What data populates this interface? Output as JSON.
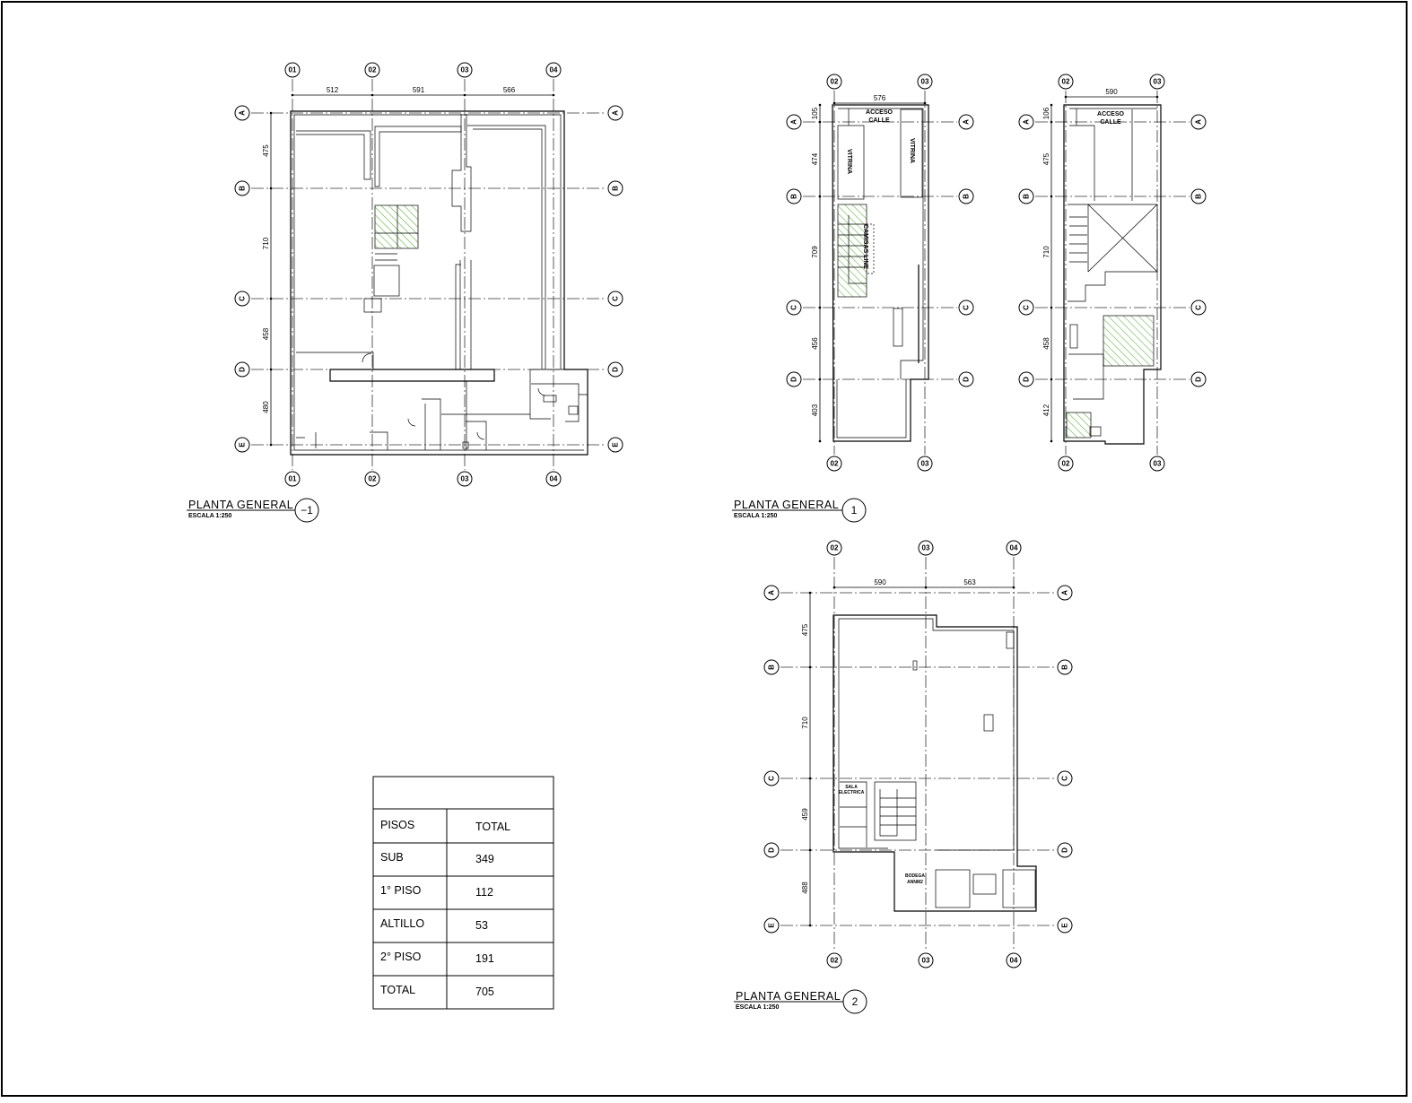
{
  "plans": [
    {
      "id": "planta-menos-1",
      "title": "PLANTA GENERAL",
      "scale": "ESCALA 1:250",
      "level": "−1",
      "columns": [
        "01",
        "02",
        "03",
        "04"
      ],
      "rows": [
        "A",
        "B",
        "C",
        "D",
        "E"
      ],
      "col_dims": [
        "512",
        "591",
        "566"
      ],
      "row_dims": [
        "475",
        "710",
        "458",
        "480"
      ]
    },
    {
      "id": "planta-1-primer-piso",
      "title": "PLANTA GENERAL",
      "scale": "ESCALA 1:250",
      "level": "1",
      "columns": [
        "02",
        "03"
      ],
      "rows": [
        "A",
        "B",
        "C",
        "D"
      ],
      "col_dims": [
        "576"
      ],
      "row_dims": [
        "105",
        "474",
        "709",
        "456",
        "403"
      ],
      "labels": {
        "access": [
          "ACCESO",
          "CALLE"
        ],
        "showcase_1": "VITRINA",
        "showcase_2": "VITRINA",
        "shirts": "CAMISAS LINE"
      }
    },
    {
      "id": "planta-1-altillo",
      "columns": [
        "02",
        "03"
      ],
      "rows": [
        "A",
        "B",
        "C",
        "D"
      ],
      "col_dims": [
        "590"
      ],
      "row_dims": [
        "106",
        "475",
        "710",
        "458",
        "412"
      ],
      "labels": {
        "access": [
          "ACCESO",
          "CALLE"
        ]
      }
    },
    {
      "id": "planta-2",
      "title": "PLANTA GENERAL",
      "scale": "ESCALA 1:250",
      "level": "2",
      "columns": [
        "02",
        "03",
        "04"
      ],
      "rows": [
        "A",
        "B",
        "C",
        "D",
        "E"
      ],
      "col_dims": [
        "590",
        "563"
      ],
      "row_dims": [
        "475",
        "710",
        "459",
        "488"
      ],
      "labels": {
        "electrical": [
          "SALA",
          "ELECTRICA"
        ],
        "storage": [
          "BODEGA",
          "ANNM2"
        ]
      }
    }
  ],
  "area_table": {
    "header": "",
    "columns": [
      "PISOS",
      "TOTAL"
    ],
    "rows": [
      [
        "SUB",
        "349"
      ],
      [
        "1° PISO",
        "112"
      ],
      [
        "ALTILLO",
        "53"
      ],
      [
        "2° PISO",
        "191"
      ],
      [
        "TOTAL",
        "705"
      ]
    ]
  },
  "colors": {
    "hatch": "#6ab04c",
    "line": "#000000"
  }
}
